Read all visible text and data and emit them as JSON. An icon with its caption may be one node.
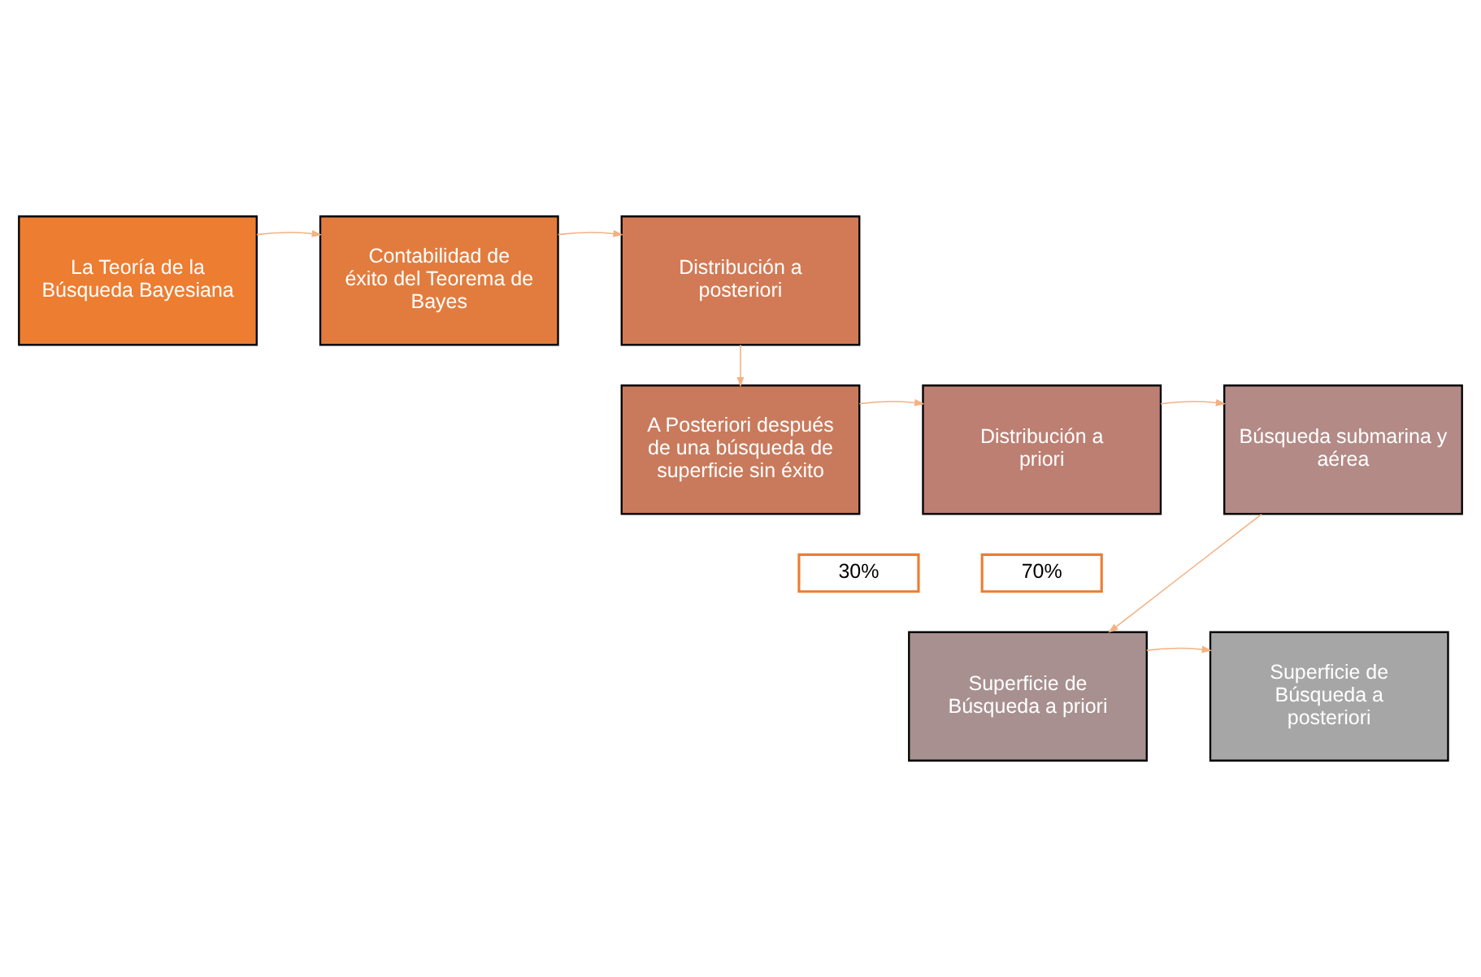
{
  "diagram": {
    "nodes": [
      {
        "text": [
          "La Teoría de la Búsqueda Bayesiana"
        ]
      },
      {
        "text": [
          "Contabilidad de éxito del Teorema de Bayes"
        ]
      },
      {
        "text": [
          "Distribución a posteriori"
        ]
      },
      {
        "text": [
          "A Posteriori después de una búsqueda de superficie sin éxito"
        ]
      },
      {
        "text": [
          "Distribución a priori"
        ]
      },
      {
        "text": [
          "Búsqueda submarina y aérea"
        ]
      },
      {
        "text": [
          "30%"
        ]
      },
      {
        "text": [
          "70%"
        ]
      },
      {
        "text": [
          "Superficie de Búsqueda a priori"
        ]
      },
      {
        "text": [
          "Superficie de Búsqueda a posteriori"
        ]
      }
    ],
    "edges": [
      {
        "from": 0,
        "to": 1,
        "arrow": "to"
      },
      {
        "from": 1,
        "to": 2,
        "arrow": "to"
      },
      {
        "from": 2,
        "to": 3,
        "arrow": "to"
      },
      {
        "from": 3,
        "to": 4,
        "arrow": "to"
      },
      {
        "from": 4,
        "to": 5,
        "arrow": "to"
      },
      {
        "from": 5,
        "to": 8,
        "arrow": "to"
      },
      {
        "from": 8,
        "to": 9,
        "arrow": "to"
      }
    ]
  }
}
